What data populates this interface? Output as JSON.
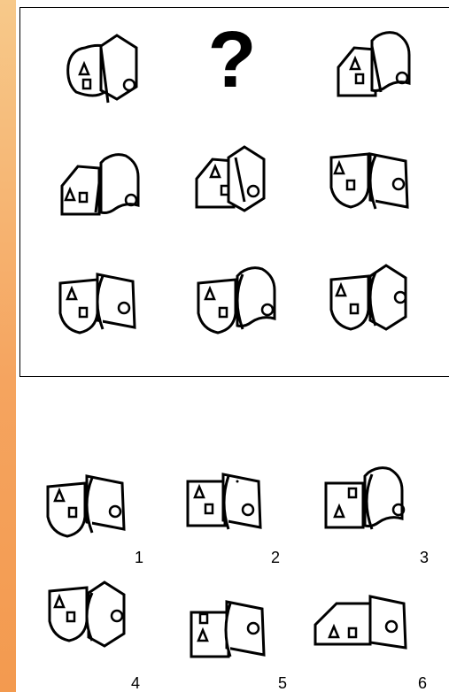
{
  "puzzle": {
    "missing_cell_symbol": "?",
    "grid_rows": 3,
    "grid_cols": 3
  },
  "answer_options": {
    "labels": [
      "1",
      "2",
      "3",
      "4",
      "5",
      "6"
    ]
  },
  "colors": {
    "side_bar_top": "#f7c98a",
    "side_bar_bottom": "#f39a4f",
    "stroke": "#000000"
  }
}
